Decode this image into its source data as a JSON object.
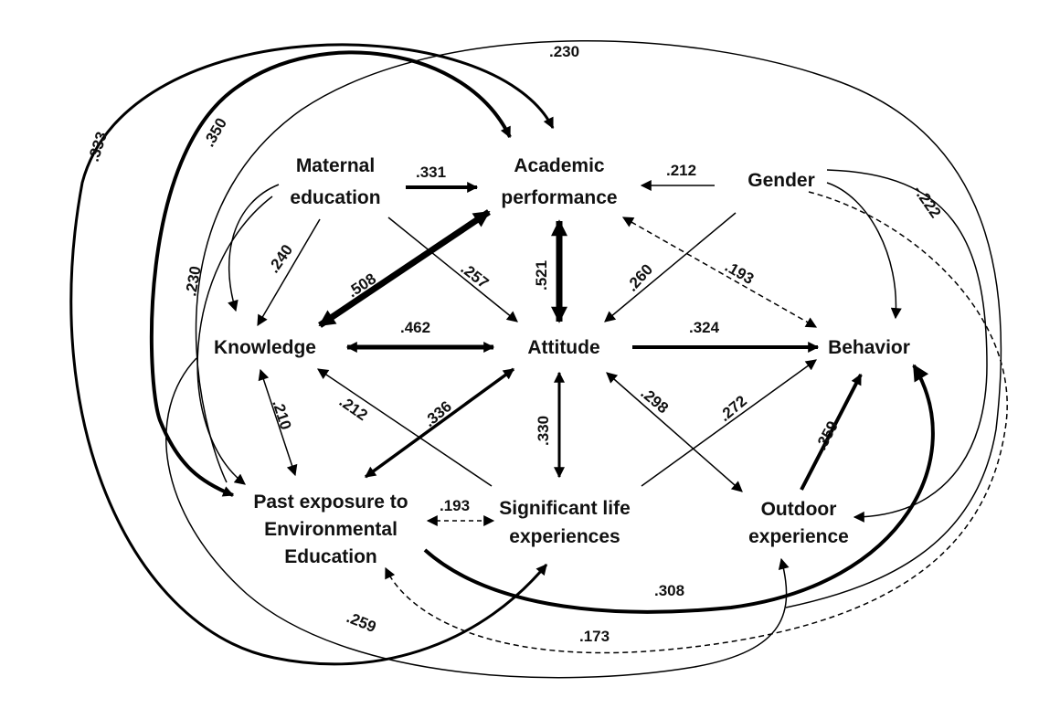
{
  "colors": {
    "ink": "#000000",
    "background": "#ffffff"
  },
  "nodes": {
    "maternal_education": {
      "line1": "Maternal",
      "line2": "education"
    },
    "academic_performance": {
      "line1": "Academic",
      "line2": "performance"
    },
    "gender": {
      "line1": "Gender"
    },
    "knowledge": {
      "line1": "Knowledge"
    },
    "attitude": {
      "line1": "Attitude"
    },
    "behavior": {
      "line1": "Behavior"
    },
    "past_exposure": {
      "line1": "Past exposure to",
      "line2": "Environmental",
      "line3": "Education"
    },
    "significant_life": {
      "line1": "Significant life",
      "line2": "experiences"
    },
    "outdoor_experience": {
      "line1": "Outdoor",
      "line2": "experience"
    }
  },
  "paths": [
    {
      "id": "maternal-academic",
      "value": ".331",
      "style": "solid-bold"
    },
    {
      "id": "gender-academic",
      "value": ".212",
      "style": "solid"
    },
    {
      "id": "maternal-knowledge-direct",
      "value": ".240",
      "style": "solid"
    },
    {
      "id": "maternal-pastexposure",
      "value": ".230",
      "style": "solid"
    },
    {
      "id": "academic-knowledge",
      "value": ".508",
      "style": "solid-heavy"
    },
    {
      "id": "maternal-attitude",
      "value": ".257",
      "style": "solid"
    },
    {
      "id": "academic-attitude",
      "value": ".521",
      "style": "solid-heavy"
    },
    {
      "id": "gender-attitude",
      "value": ".260",
      "style": "solid"
    },
    {
      "id": "academic-behavior",
      "value": ".193",
      "style": "dashed"
    },
    {
      "id": "knowledge-attitude",
      "value": ".462",
      "style": "solid-bold"
    },
    {
      "id": "attitude-behavior",
      "value": ".324",
      "style": "solid-bold"
    },
    {
      "id": "knowledge-pastexposure",
      "value": ".210",
      "style": "solid"
    },
    {
      "id": "significant-knowledge",
      "value": ".212",
      "style": "solid"
    },
    {
      "id": "pastexposure-attitude",
      "value": ".336",
      "style": "solid-bold"
    },
    {
      "id": "attitude-significant",
      "value": ".330",
      "style": "solid-bold"
    },
    {
      "id": "attitude-outdoor",
      "value": ".298",
      "style": "solid"
    },
    {
      "id": "significant-behavior",
      "value": ".272",
      "style": "solid"
    },
    {
      "id": "outdoor-behavior",
      "value": ".359",
      "style": "solid-bold"
    },
    {
      "id": "pastexposure-significant",
      "value": ".193",
      "style": "dashed"
    },
    {
      "id": "maternal-academic-outer",
      "value": ".350",
      "style": "solid-bold"
    },
    {
      "id": "knowledge-academic-outer",
      "value": ".333",
      "style": "solid-bold"
    },
    {
      "id": "pastexposure-academic-outer",
      "value": ".230",
      "style": "solid"
    },
    {
      "id": "gender-outdoor",
      "value": "-.222",
      "style": "solid"
    },
    {
      "id": "pastexposure-behavior",
      "value": ".308",
      "style": "solid-bold"
    },
    {
      "id": "knowledge-significant",
      "value": ".259",
      "style": "solid"
    },
    {
      "id": "gender-pastexposure",
      "value": ".173",
      "style": "dashed"
    }
  ]
}
